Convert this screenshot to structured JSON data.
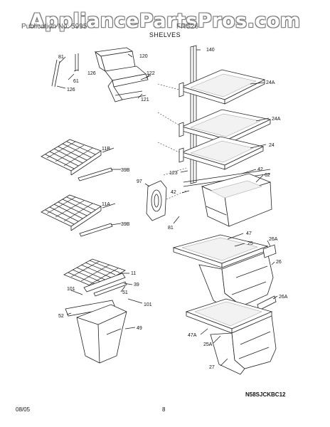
{
  "watermark": "AppliancePartsPros.com",
  "header": {
    "left": "Publication No: 5995",
    "model": "FRS26"
  },
  "section_title": "SHELVES",
  "diagram_code": "N58SJCKBC12",
  "footer": {
    "date": "08/05",
    "page": "8"
  },
  "callouts": {
    "c81a": "81",
    "c126a": "126",
    "c61": "61",
    "c126b": "126",
    "c120": "120",
    "c122": "122",
    "c121": "121",
    "c140": "140",
    "c24A_1": "24A",
    "c24A_2": "24A",
    "c24": "24",
    "c11B": "11B",
    "c39B_1": "39B",
    "c97": "97",
    "c123": "123",
    "c42a": "42",
    "c42b": "42",
    "c62": "62",
    "c11A": "11A",
    "c39B_2": "39B",
    "c81b": "81",
    "c47": "47",
    "c26A_1": "26A",
    "c25": "25",
    "c26": "26",
    "c26A_2": "26A",
    "c11": "11",
    "c39": "39",
    "c101a": "101",
    "c51": "51",
    "c101b": "101",
    "c52": "52",
    "c49": "49",
    "c47A": "47A",
    "c25A": "25A",
    "c27": "27"
  }
}
